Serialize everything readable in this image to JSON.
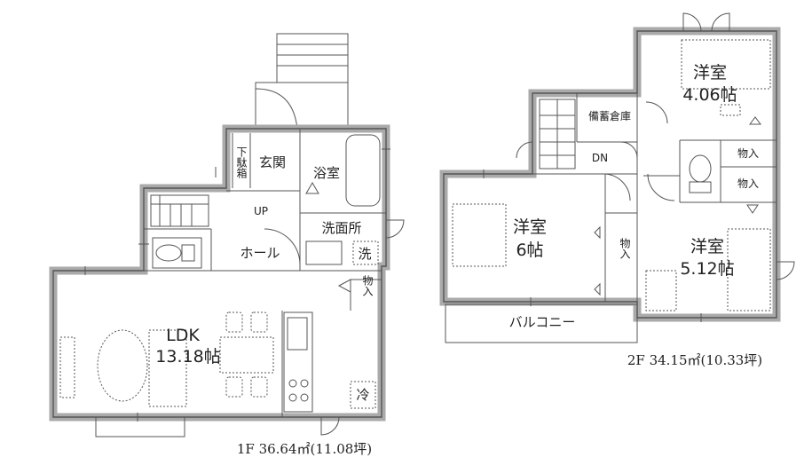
{
  "floor1": {
    "caption": "1F 36.64㎡(11.08坪)",
    "rooms": {
      "entrance": "玄関",
      "shoe_box": "下駄箱",
      "bath": "浴室",
      "washroom": "洗面所",
      "washer": "洗",
      "hall": "ホール",
      "stairs_up": "UP",
      "storage": "物入",
      "ldk_name": "LDK",
      "ldk_size": "13.18帖",
      "fridge": "冷"
    }
  },
  "floor2": {
    "caption": "2F 34.15㎡(10.33坪)",
    "rooms": {
      "western_a_name": "洋室",
      "western_a_size": "4.06帖",
      "stockroom": "備蓄倉庫",
      "stairs_down": "DN",
      "storage_1": "物入",
      "storage_2": "物入",
      "western_b_name": "洋室",
      "western_b_size": "6帖",
      "storage_3": "物入",
      "western_c_name": "洋室",
      "western_c_size": "5.12帖",
      "balcony": "バルコニー"
    }
  }
}
